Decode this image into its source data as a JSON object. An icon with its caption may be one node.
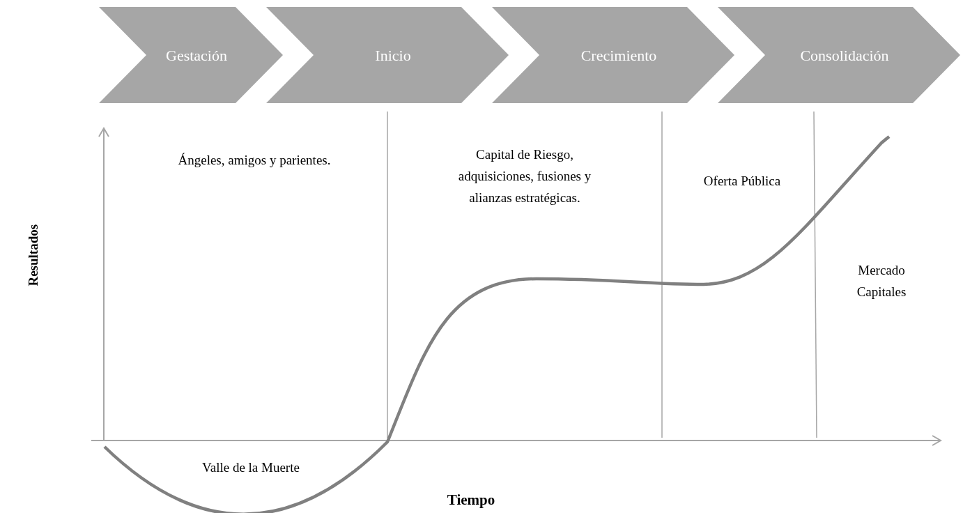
{
  "diagram": {
    "nodes": [
      {
        "text": [
          "Gestación"
        ]
      },
      {
        "text": [
          "Inicio"
        ]
      },
      {
        "text": [
          "Crecimiento"
        ]
      },
      {
        "text": [
          "Consolidación"
        ]
      }
    ],
    "labels": [
      "Ángeles, amigos y parientes.",
      "Capital de Riesgo, adquisiciones, fusiones y alianzas estratégicas.",
      "Oferta Pública",
      "Mercado Capitales",
      "Resultados",
      "Valle de la Muerte",
      "Tiempo"
    ]
  }
}
